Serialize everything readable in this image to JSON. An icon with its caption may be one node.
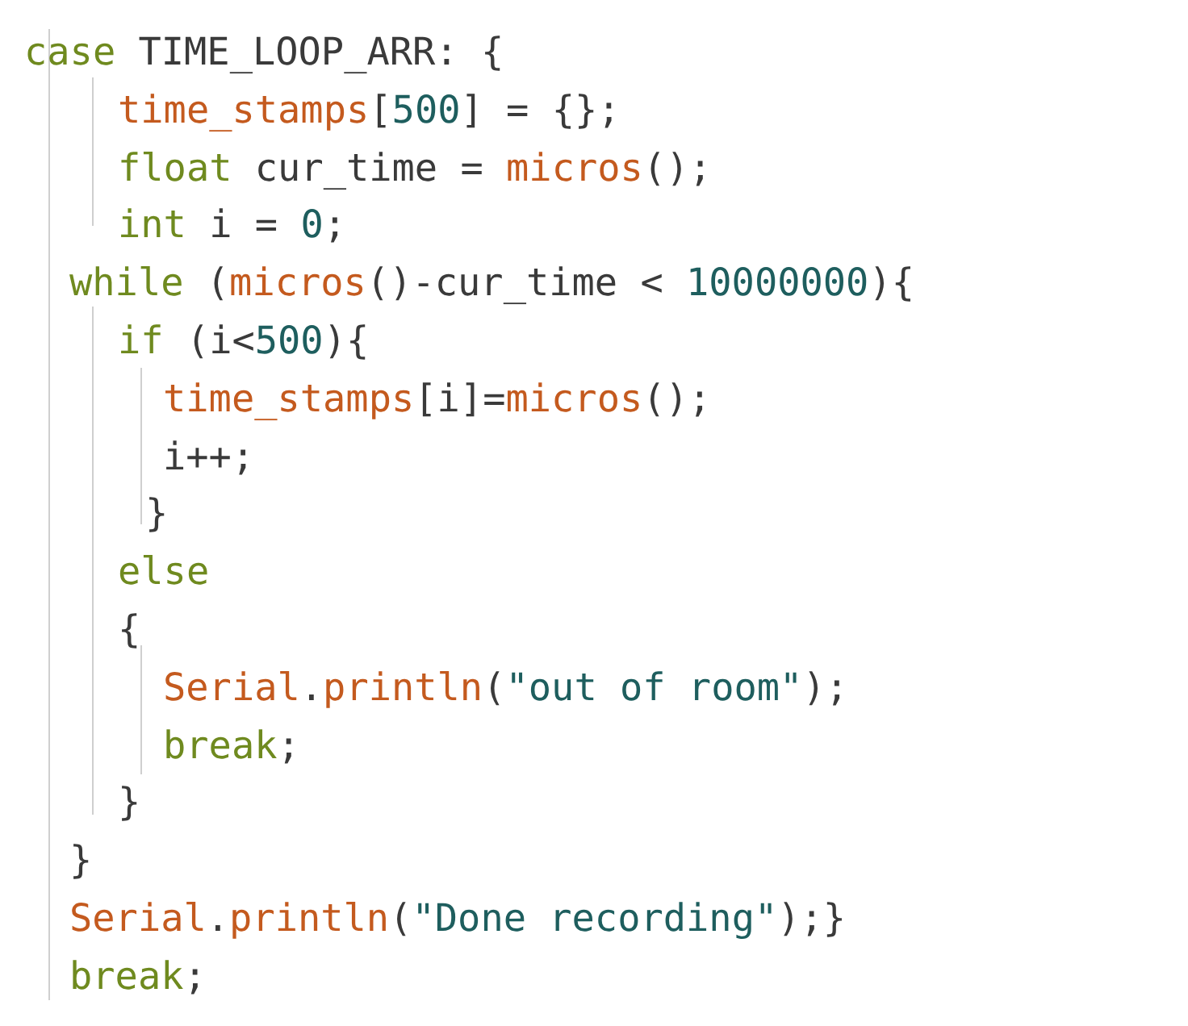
{
  "diagram": {
    "labels": [
      "case TIME_LOOP_ARR: {",
      "time_stamps[500] = {};",
      "float cur_time = micros();",
      "int i = 0;",
      "while (micros()-cur_time < 10000000){",
      "if (i<500){",
      "time_stamps[i]=micros();",
      "i++;",
      "}",
      "else",
      "{",
      "Serial.println(\"out of room\");",
      "break;",
      "}",
      "}",
      "Serial.println(\"Done recording\");}",
      "break;"
    ]
  }
}
